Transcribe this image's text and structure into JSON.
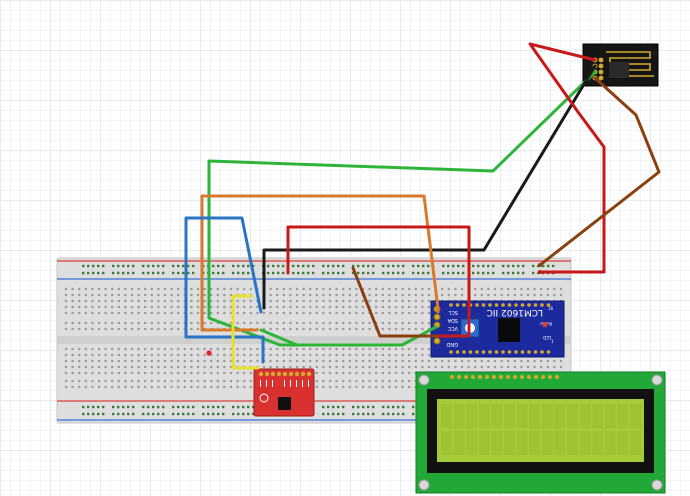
{
  "lcd_module": {
    "title": "LCM1602 IIC",
    "pin_labels": [
      "SCL",
      "SDA",
      "VCC",
      "GND"
    ],
    "led_label": "LED",
    "power_label": "Power",
    "pin_numbers": [
      "1",
      "16"
    ]
  },
  "colors": {
    "breadboard": "#dedede",
    "rail_red": "#d8403a",
    "rail_blue": "#3a6fd8",
    "i2c_board": "#1c2a9e",
    "sensor_board": "#d93030",
    "lcd_pcb": "#21a836",
    "lcd_screen": "#a6cb3a",
    "esp_board": "#151515",
    "wire_green": "#2db53a",
    "wire_black": "#1a1a1a",
    "wire_orange": "#d9792b",
    "wire_red": "#c81919",
    "wire_blue": "#2a74c4",
    "wire_yellow": "#e8e02a",
    "wire_brown": "#8a3f0e"
  }
}
